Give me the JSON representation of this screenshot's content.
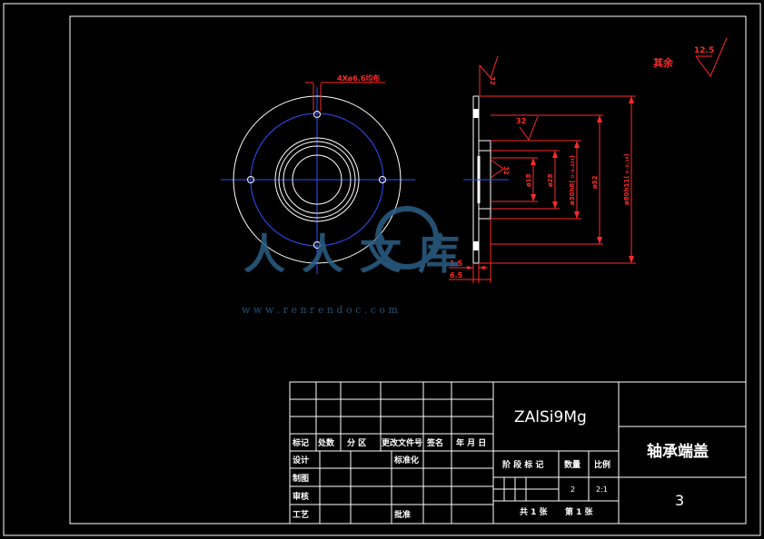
{
  "colors": {
    "background": "#000000",
    "outline": "#ffffff",
    "dimension": "#ff2a2a",
    "centerline": "#0000ff",
    "watermark": "#2b5f86"
  },
  "annotations": {
    "holes_note": "4Xø6.6均布",
    "surface_top": "32",
    "surface_mid": "32",
    "surface_left": "32",
    "remainder_label": "其余",
    "remainder_value": "12.5",
    "d18": "ø18",
    "d28": "ø28",
    "d30": "ø30h8( ₀₋₀.₀₃₃)",
    "d52": "ø52",
    "d80": "ø80h11( ₀₋₀.₁₉)",
    "t15": "1.5",
    "t65": "6.5"
  },
  "watermark": {
    "text": "人人文库",
    "url": "w w w . r e n r e n d o c . c o m"
  },
  "title_block": {
    "material": "ZAlSi9Mg",
    "part_name": "轴承端盖",
    "drawing_no": "3",
    "header": {
      "mark": "标记",
      "count": "处数",
      "zone": "分  区",
      "doc": "更改文件号",
      "sign": "签名",
      "date": "年  月  日"
    },
    "roles": {
      "design": "设计",
      "standard": "标准化",
      "draw": "制图",
      "review": "审核",
      "process": "工艺",
      "approve": "批准"
    },
    "stage_label": "阶  段  标  记",
    "quantity_label": "数量",
    "scale_label": "比例",
    "quantity": "2",
    "scale": "2:1",
    "total_sheets": "共 1 张",
    "sheet_no": "第 1 张"
  }
}
